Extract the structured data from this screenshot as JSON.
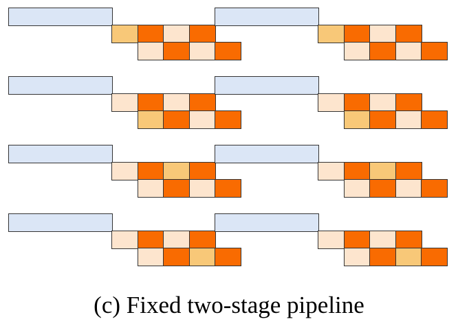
{
  "figure": {
    "caption": "(c) Fixed two-stage pipeline",
    "kind": "pipeline schedule diagram",
    "colors": {
      "blue": "#dbe6f6",
      "tan": "#f8c878",
      "orange": "#f96b01",
      "peach": "#fde5ce",
      "border": "#333333",
      "background": "#ffffff"
    },
    "rows": [
      {
        "left": {
          "block": "blue",
          "upper": [
            "tan",
            "orange",
            "peach",
            "orange"
          ],
          "lower": [
            "peach",
            "orange",
            "peach",
            "orange"
          ]
        },
        "right": {
          "block": "blue",
          "upper": [
            "tan",
            "orange",
            "peach",
            "orange"
          ],
          "lower": [
            "peach",
            "orange",
            "peach",
            "orange"
          ]
        }
      },
      {
        "left": {
          "block": "blue",
          "upper": [
            "peach",
            "orange",
            "peach",
            "orange"
          ],
          "lower": [
            "tan",
            "orange",
            "peach",
            "orange"
          ]
        },
        "right": {
          "block": "blue",
          "upper": [
            "peach",
            "orange",
            "peach",
            "orange"
          ],
          "lower": [
            "tan",
            "orange",
            "peach",
            "orange"
          ]
        }
      },
      {
        "left": {
          "block": "blue",
          "upper": [
            "peach",
            "orange",
            "tan",
            "orange"
          ],
          "lower": [
            "peach",
            "orange",
            "peach",
            "orange"
          ]
        },
        "right": {
          "block": "blue",
          "upper": [
            "peach",
            "orange",
            "tan",
            "orange"
          ],
          "lower": [
            "peach",
            "orange",
            "peach",
            "orange"
          ]
        }
      },
      {
        "left": {
          "block": "blue",
          "upper": [
            "peach",
            "orange",
            "peach",
            "orange"
          ],
          "lower": [
            "peach",
            "orange",
            "tan",
            "orange"
          ]
        },
        "right": {
          "block": "blue",
          "upper": [
            "peach",
            "orange",
            "peach",
            "orange"
          ],
          "lower": [
            "peach",
            "orange",
            "tan",
            "orange"
          ]
        }
      }
    ]
  }
}
